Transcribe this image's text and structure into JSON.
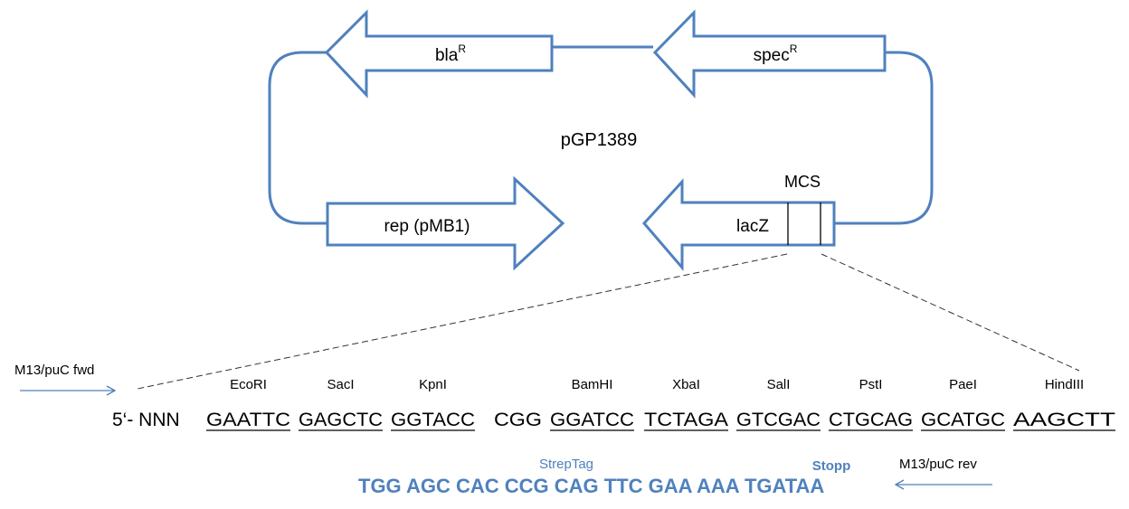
{
  "plasmid": {
    "name": "pGP1389",
    "genes": [
      {
        "id": "bla",
        "label": "bla",
        "superscript": "R"
      },
      {
        "id": "spec",
        "label": "spec",
        "superscript": "R"
      },
      {
        "id": "rep",
        "label": "rep (pMB1)",
        "superscript": ""
      },
      {
        "id": "lacz",
        "label": "lacZ",
        "superscript": ""
      }
    ],
    "mcs_label": "MCS"
  },
  "sequence": {
    "prefix": "5‘- NNN",
    "sites": [
      {
        "enzyme": "EcoRI",
        "seq": "GAATTC",
        "underlined": true
      },
      {
        "enzyme": "SacI",
        "seq": "GAGCTC",
        "underlined": true
      },
      {
        "enzyme": "KpnI",
        "seq": "GGTACC",
        "underlined": true
      },
      {
        "enzyme": "",
        "seq": "CGG",
        "underlined": false
      },
      {
        "enzyme": "BamHI",
        "seq": "GGATCC",
        "underlined": true
      },
      {
        "enzyme": "XbaI",
        "seq": "TCTAGA",
        "underlined": true
      },
      {
        "enzyme": "SalI",
        "seq": "GTCGAC",
        "underlined": true
      },
      {
        "enzyme": "PstI",
        "seq": "CTGCAG",
        "underlined": true
      },
      {
        "enzyme": "PaeI",
        "seq": "GCATGC",
        "underlined": true
      },
      {
        "enzyme": "HindIII",
        "seq": "AAGCTT",
        "underlined": true
      }
    ]
  },
  "primers": {
    "forward": "M13/puC fwd",
    "reverse": "M13/puC rev"
  },
  "tag": {
    "label": "StrepTag",
    "stop_label": "Stopp",
    "sequence": "TGG AGC CAC CCG CAG TTC GAA AAA TGATAA"
  },
  "colors": {
    "arrow_stroke": "#4f81bd",
    "tag_text": "#4f81bd",
    "primer_arrow": "#4f81bd"
  }
}
